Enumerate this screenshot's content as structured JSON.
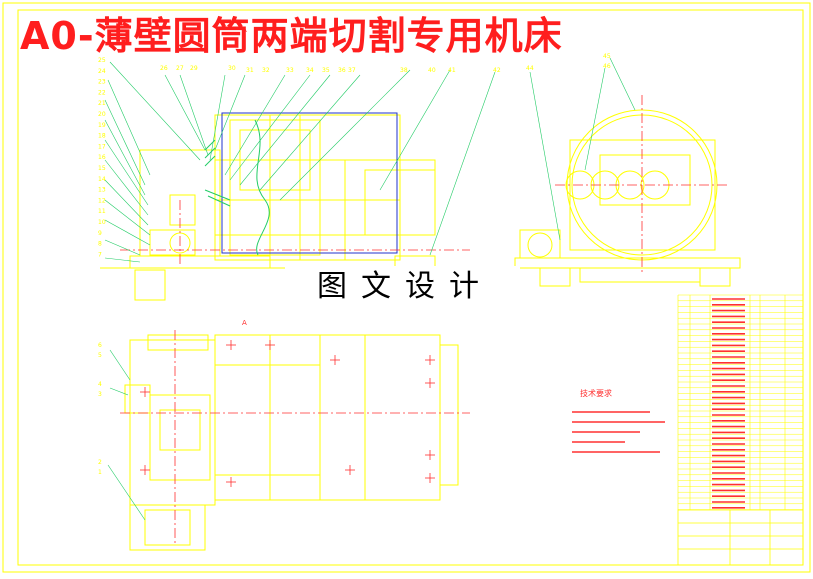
{
  "drawing": {
    "title": "A0-薄壁圆筒两端切割专用机床",
    "watermark": "图文设计",
    "section_mark": "A",
    "notes_title": "技术要求"
  },
  "balloons_left_column": [
    "25",
    "24",
    "23",
    "22",
    "21",
    "20",
    "19",
    "18",
    "17",
    "16",
    "15",
    "14",
    "13",
    "12",
    "11",
    "10",
    "9",
    "8",
    "7"
  ],
  "balloons_top_row": [
    "26",
    "27",
    "29",
    "30",
    "31",
    "32",
    "33",
    "34",
    "35",
    "36",
    "37",
    "38",
    "40",
    "41",
    "42"
  ],
  "balloons_side_view": [
    "44",
    "45",
    "46"
  ],
  "balloons_plan_view": [
    "6",
    "5",
    "4",
    "3",
    "2",
    "1"
  ],
  "colors": {
    "outline": "#ffff00",
    "center": "#ff3030",
    "dims": "#ffffff",
    "blue": "#2233cc",
    "green": "#22cc66",
    "border": "#ffff00",
    "title_red": "#ff1e1e"
  }
}
